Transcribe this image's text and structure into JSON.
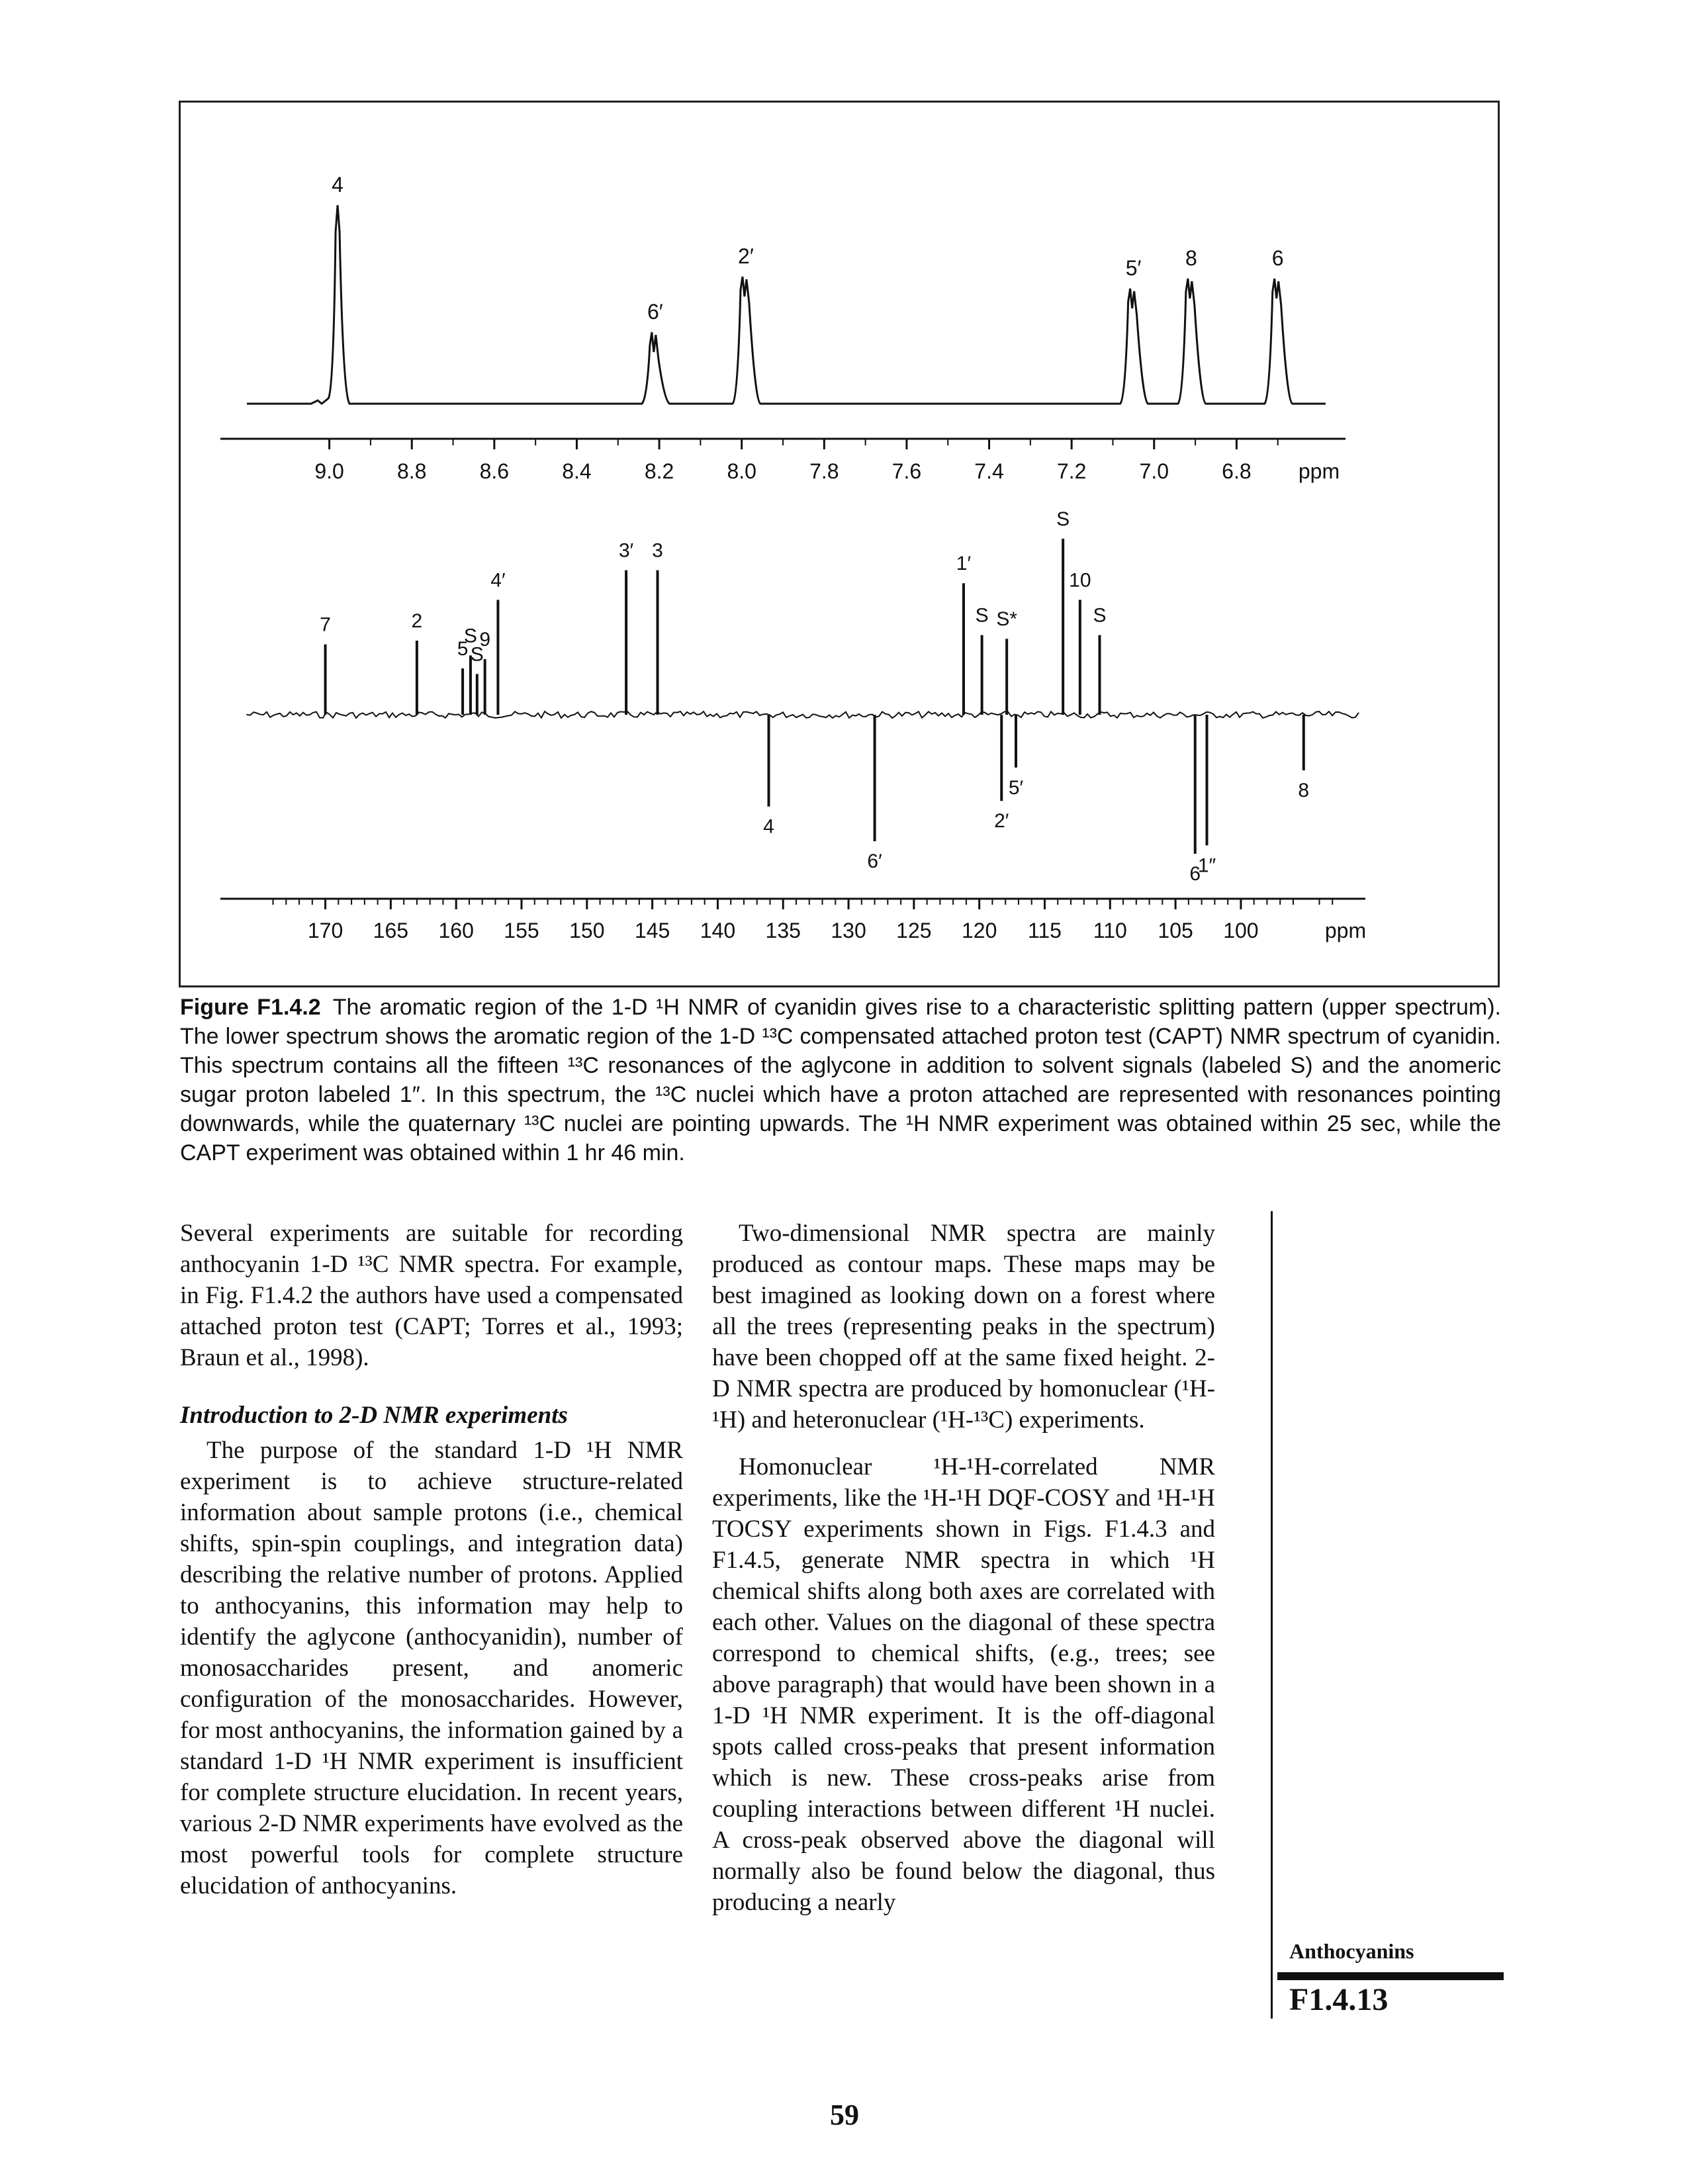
{
  "figure": {
    "caption_label": "Figure F1.4.2",
    "caption_text": "The aromatic region of the 1-D ¹H NMR of cyanidin gives rise to a characteristic splitting pattern (upper spectrum). The lower spectrum shows the aromatic region of the 1-D ¹³C compensated attached proton test (CAPT) NMR spectrum of cyanidin. This spectrum contains all the fifteen ¹³C resonances of the aglycone in addition to solvent signals (labeled S) and the anomeric sugar proton labeled 1″. In this spectrum, the ¹³C nuclei which have a proton attached are represented with resonances pointing downwards, while the quaternary ¹³C nuclei are pointing upwards. The ¹H NMR experiment was obtained within 25 sec, while the CAPT experiment was obtained within 1 hr 46 min."
  },
  "chart_data": [
    {
      "type": "line",
      "xlabel": "ppm",
      "x_ticks": [
        "9.0",
        "8.8",
        "8.6",
        "8.4",
        "8.2",
        "8.0",
        "7.8",
        "7.6",
        "7.4",
        "7.2",
        "7.0",
        "6.8"
      ],
      "xlim": [
        9.2,
        6.6
      ],
      "peaks": [
        {
          "label": "4",
          "ppm": 8.98,
          "height": 1.0
        },
        {
          "label": "6′",
          "ppm": 8.21,
          "height": 0.36
        },
        {
          "label": "2′",
          "ppm": 7.99,
          "height": 0.64
        },
        {
          "label": "5′",
          "ppm": 7.05,
          "height": 0.58
        },
        {
          "label": "8",
          "ppm": 6.91,
          "height": 0.63
        },
        {
          "label": "6",
          "ppm": 6.7,
          "height": 0.63
        }
      ]
    },
    {
      "type": "line",
      "xlabel": "ppm",
      "x_ticks": [
        "170",
        "165",
        "160",
        "155",
        "150",
        "145",
        "140",
        "135",
        "130",
        "125",
        "120",
        "115",
        "110",
        "105",
        "100"
      ],
      "xlim": [
        176,
        92
      ],
      "peaks": [
        {
          "label": "7",
          "ppm": 170.0,
          "height": 0.38
        },
        {
          "label": "2",
          "ppm": 163.0,
          "height": 0.4
        },
        {
          "label": "5",
          "ppm": 159.5,
          "height": 0.25
        },
        {
          "label": "S",
          "ppm": 158.9,
          "height": 0.32
        },
        {
          "label": "S",
          "ppm": 158.4,
          "height": 0.22
        },
        {
          "label": "9",
          "ppm": 157.8,
          "height": 0.3
        },
        {
          "label": "4′",
          "ppm": 156.8,
          "height": 0.62
        },
        {
          "label": "3′",
          "ppm": 147.0,
          "height": 0.78
        },
        {
          "label": "3",
          "ppm": 144.6,
          "height": 0.78
        },
        {
          "label": "4",
          "ppm": 136.1,
          "height": -0.66
        },
        {
          "label": "6′",
          "ppm": 128.0,
          "height": -0.91
        },
        {
          "label": "1′",
          "ppm": 121.2,
          "height": 0.71
        },
        {
          "label": "S",
          "ppm": 119.8,
          "height": 0.43
        },
        {
          "label": "2′",
          "ppm": 118.3,
          "height": -0.62
        },
        {
          "label": "S*",
          "ppm": 117.9,
          "height": 0.41
        },
        {
          "label": "5′",
          "ppm": 117.2,
          "height": -0.38
        },
        {
          "label": "S",
          "ppm": 113.6,
          "height": 0.95
        },
        {
          "label": "10",
          "ppm": 112.3,
          "height": 0.62
        },
        {
          "label": "S",
          "ppm": 110.8,
          "height": 0.43
        },
        {
          "label": "6",
          "ppm": 103.5,
          "height": -1.0
        },
        {
          "label": "1″",
          "ppm": 102.6,
          "height": -0.94
        },
        {
          "label": "8",
          "ppm": 95.2,
          "height": -0.4
        }
      ]
    }
  ],
  "col1": {
    "p1": "Several experiments are suitable for recording anthocyanin 1-D ¹³C NMR spectra. For example, in Fig. F1.4.2 the authors have used a compensated attached proton test (CAPT; Torres et al., 1993; Braun et al., 1998).",
    "heading": "Introduction to 2-D NMR experiments",
    "p2": "The purpose of the standard 1-D ¹H NMR experiment is to achieve structure-related information about sample protons (i.e., chemical shifts, spin-spin couplings, and integration data) describing the relative number of protons. Applied to anthocyanins, this information may help to identify the aglycone (anthocyanidin), number of monosaccharides present, and anomeric configuration of the monosaccharides. However, for most anthocyanins, the information gained by a standard 1-D ¹H NMR experiment is insufficient for complete structure elucidation. In recent years, various 2-D NMR experiments have evolved as the most powerful tools for complete structure elucidation of anthocyanins."
  },
  "col2": {
    "p1": "Two-dimensional NMR spectra are mainly produced as contour maps. These maps may be best imagined as looking down on a forest where all the trees (representing peaks in the spectrum) have been chopped off at the same fixed height. 2-D NMR spectra are produced by homonuclear (¹H-¹H) and heteronuclear (¹H-¹³C) experiments.",
    "p2": "Homonuclear ¹H-¹H-correlated NMR experiments, like the ¹H-¹H DQF-COSY and ¹H-¹H TOCSY experiments shown in Figs. F1.4.3 and F1.4.5, generate NMR spectra in which ¹H chemical shifts along both axes are correlated with each other. Values on the diagonal of these spectra correspond to chemical shifts, (e.g., trees; see above paragraph) that would have been shown in a 1-D ¹H NMR experiment. It is the off-diagonal spots called cross-peaks that present information which is new. These cross-peaks arise from coupling interactions between different ¹H nuclei. A cross-peak observed above the diagonal will normally also be found below the diagonal, thus producing a nearly"
  },
  "sidebar": {
    "title": "Anthocyanins",
    "unit": "F1.4.13"
  },
  "page_number": "59"
}
